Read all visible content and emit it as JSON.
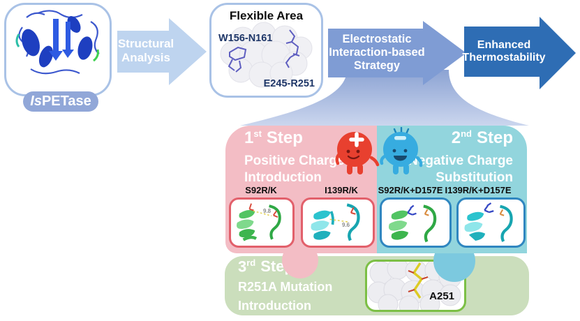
{
  "pipeline": {
    "protein_label": {
      "italic": "Is",
      "rest": "PETase"
    },
    "structural_arrow": {
      "line1": "Structural",
      "line2": "Analysis"
    },
    "flexible_area": {
      "title": "Flexible Area",
      "region_top": "W156-N161",
      "region_bottom": "E245-R251"
    },
    "strategy_arrow": {
      "line1": "Electrostatic",
      "line2": "Interaction-based",
      "line3": "Strategy"
    },
    "result_arrow": {
      "line1": "Enhanced",
      "line2": "Thermostability"
    }
  },
  "steps": {
    "step1": {
      "number": "1",
      "ordinal": "st",
      "word": "Step",
      "subtitle_line1": "Positive Charge",
      "subtitle_line2": "Introduction",
      "mutants": [
        {
          "label": "S92R/K",
          "distance": "9.8"
        },
        {
          "label": "I139R/K",
          "distance": "9.6"
        }
      ]
    },
    "step2": {
      "number": "2",
      "ordinal": "nd",
      "word": "Step",
      "subtitle_line1": "Negative Charge",
      "subtitle_line2": "Substitution",
      "mutants": [
        {
          "label": "S92R/K+D157E"
        },
        {
          "label": "I139R/K+D157E"
        }
      ]
    },
    "step3": {
      "number": "3",
      "ordinal": "rd",
      "word": "Step",
      "subtitle_line1": "R251A Mutation",
      "subtitle_line2": "Introduction",
      "residue": "A251"
    }
  },
  "mascots": {
    "positive_symbol": "+",
    "negative_symbol": "−"
  },
  "colors": {
    "panel_pink": "#F3BDC5",
    "panel_teal": "#92D5DD",
    "panel_green": "#CBDEBC",
    "arrow_light_blue": "#BED4EF",
    "arrow_mid_blue": "#7F9CD4",
    "arrow_dark_blue": "#2E6DB4",
    "mascot_red": "#E8402F",
    "mascot_blue": "#37ACE0",
    "box_border_red": "#E2606B",
    "box_border_blue": "#2F86C0",
    "box_border_green": "#7CBF45",
    "outline_blue": "#A9C2E6",
    "label_navy": "#1E3668"
  }
}
